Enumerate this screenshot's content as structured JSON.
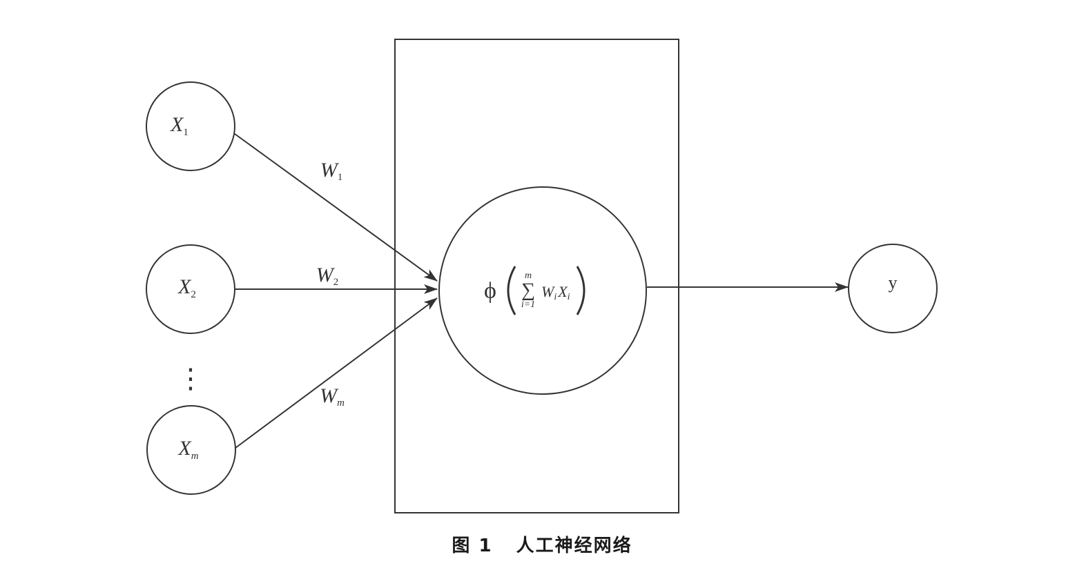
{
  "inputs": [
    {
      "base": "X",
      "sub": "1"
    },
    {
      "base": "X",
      "sub": "2"
    },
    {
      "base": "X",
      "sub": "m"
    }
  ],
  "ellipsis": "⋮",
  "weights": [
    {
      "base": "W",
      "sub": "1"
    },
    {
      "base": "W",
      "sub": "2"
    },
    {
      "base": "W",
      "sub": "m"
    }
  ],
  "neuron": {
    "activation": "ϕ",
    "sum_symbol": "∑",
    "sum_upper": "m",
    "sum_lower": "i=1",
    "term_w": "W",
    "term_w_sub": "i",
    "term_x": "X",
    "term_x_sub": "i"
  },
  "output": {
    "label": "y"
  },
  "caption": {
    "number": "图 1",
    "title": "人工神经网络"
  }
}
